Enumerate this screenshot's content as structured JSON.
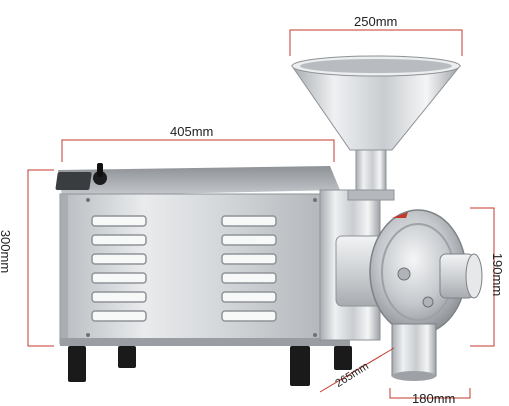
{
  "product": {
    "kind": "stainless steel electric grain grinder mill",
    "body_color": "#d9dcdf",
    "accent_color": "#8a8f94",
    "foot_color": "#1a1a1a",
    "dimension_line_color": "#c0392b"
  },
  "dimensions": {
    "hopper_width": "250mm",
    "body_length": "405mm",
    "body_height": "300mm",
    "grinder_height": "190mm",
    "base_depth": "265mm",
    "outlet_width": "180mm"
  }
}
